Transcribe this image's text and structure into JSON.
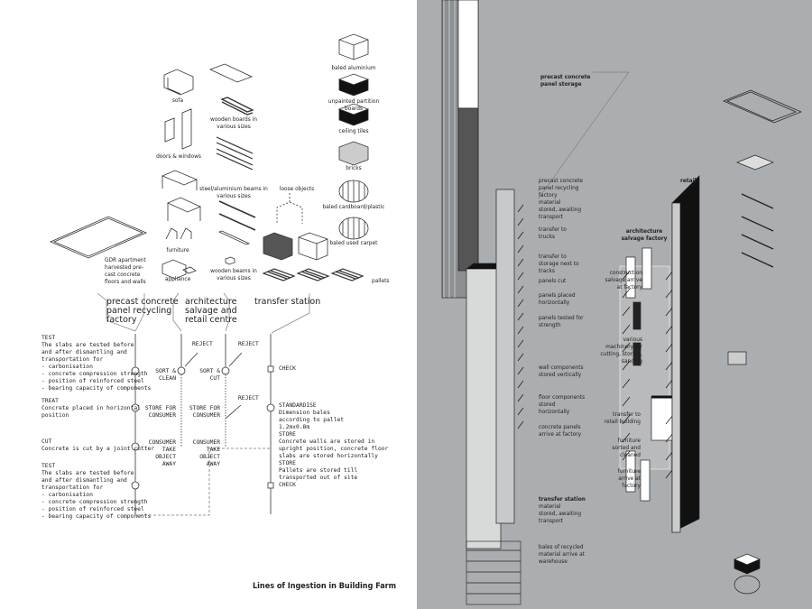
{
  "title": "Lines of Ingestion in Building Farm",
  "objects": {
    "baled_aluminium": "baled aluminium",
    "partition_boards": "unpainted partition boards",
    "ceiling_tiles": "ceiling tiles",
    "bricks": "bricks",
    "baled_cardboard": "baled cardboard/plastic",
    "baled_carpet": "baled used carpet",
    "sofa": "sofa",
    "wooden_boards": "wooden boards in\nvarious sizes",
    "doors_windows": "doors & windows",
    "steel_beams": "steel/aluminium beams in\nvarious sizes",
    "loose_objects": "loose objects",
    "furniture": "furniture",
    "appliance": "appliance",
    "wooden_beams": "wooden beams in\nvarious sizes",
    "pallets": "pallets",
    "gdr": "GDR apartment\nharvested pre-\ncast concrete\nfloors and walls"
  },
  "columns": {
    "precast": "precast concrete\npanel recycling\nfactory",
    "salvage": "architecture\nsalvage and\nretail centre",
    "transfer": "transfer station"
  },
  "process": {
    "test1": "TEST\nThe slabs are tested before\nand after dismantling and\ntransportation for\n- carbonisation\n- concrete compression strength\n- position of reinforced steel\n- bearing capacity of components",
    "treat": "TREAT\nConcrete placed in horizontal\nposition",
    "cut": "CUT\nConcrete is cut by a joint cutter",
    "test2": "TEST\nThe slabs are tested before\nand after dismantling and\ntransportation for\n- carbonisation\n- concrete compression strength\n- position of reinforced steel\n- bearing capacity of components",
    "reject": "REJECT",
    "sort_clean": "SORT &\nCLEAN",
    "sort_cut": "SORT &\nCUT",
    "store_consumer": "STORE FOR\nCONSUMER",
    "consumer_take": "CONSUMER\nTAKE\nOBJECT\nAWAY",
    "check": "CHECK",
    "standardise": "STANDARDISE\nDimension bales\naccording to pallet\n1.2mx0.8m\nSTORE\nConcrete  walls are stored in\nupright position, concrete floor\nslabs are stored horizontally\nSTORE\nPallets are stored till\ntransported out of site\nCHECK"
  },
  "right": {
    "panel_storage": "precast concrete\npanel storage",
    "factory_stored": "precast concrete\npanel recycling\nfactory\nmaterial\nstored, awaiting\ntransport",
    "transfer_trucks": "transfer to\ntrucks",
    "transfer_storage": "transfer to\nstorage next to\ntracks",
    "panels_cut": "panels cut",
    "panels_placed": "panels placed\nhorizontally",
    "panels_tested": "panels tested for\nstrength",
    "wall_stored": "wall components\nstored vertically",
    "floor_stored": "floor components\nstored\nhorizontally",
    "panels_arrive": "concrete panels\narrive at factory",
    "retail": "retail",
    "salvage_factory": "architecture\nsalvage factory",
    "construction_arrive": "construction\nsalvage arrive\nat factory",
    "machinery": "various\nmachinery for\ncutting, storing,\nsanding",
    "transfer_retail": "transfer to\nretail building",
    "furniture_sorted": "furniture\nsorted and\ncleaned",
    "furniture_arrive": "furniture\narrive at\nfactory",
    "transfer_station": "transfer station",
    "ts_stored": "material\nstored, awaiting\ntransport",
    "bales_arrive": "bales of recycled\nmaterial arrive at\nwarehouse"
  }
}
